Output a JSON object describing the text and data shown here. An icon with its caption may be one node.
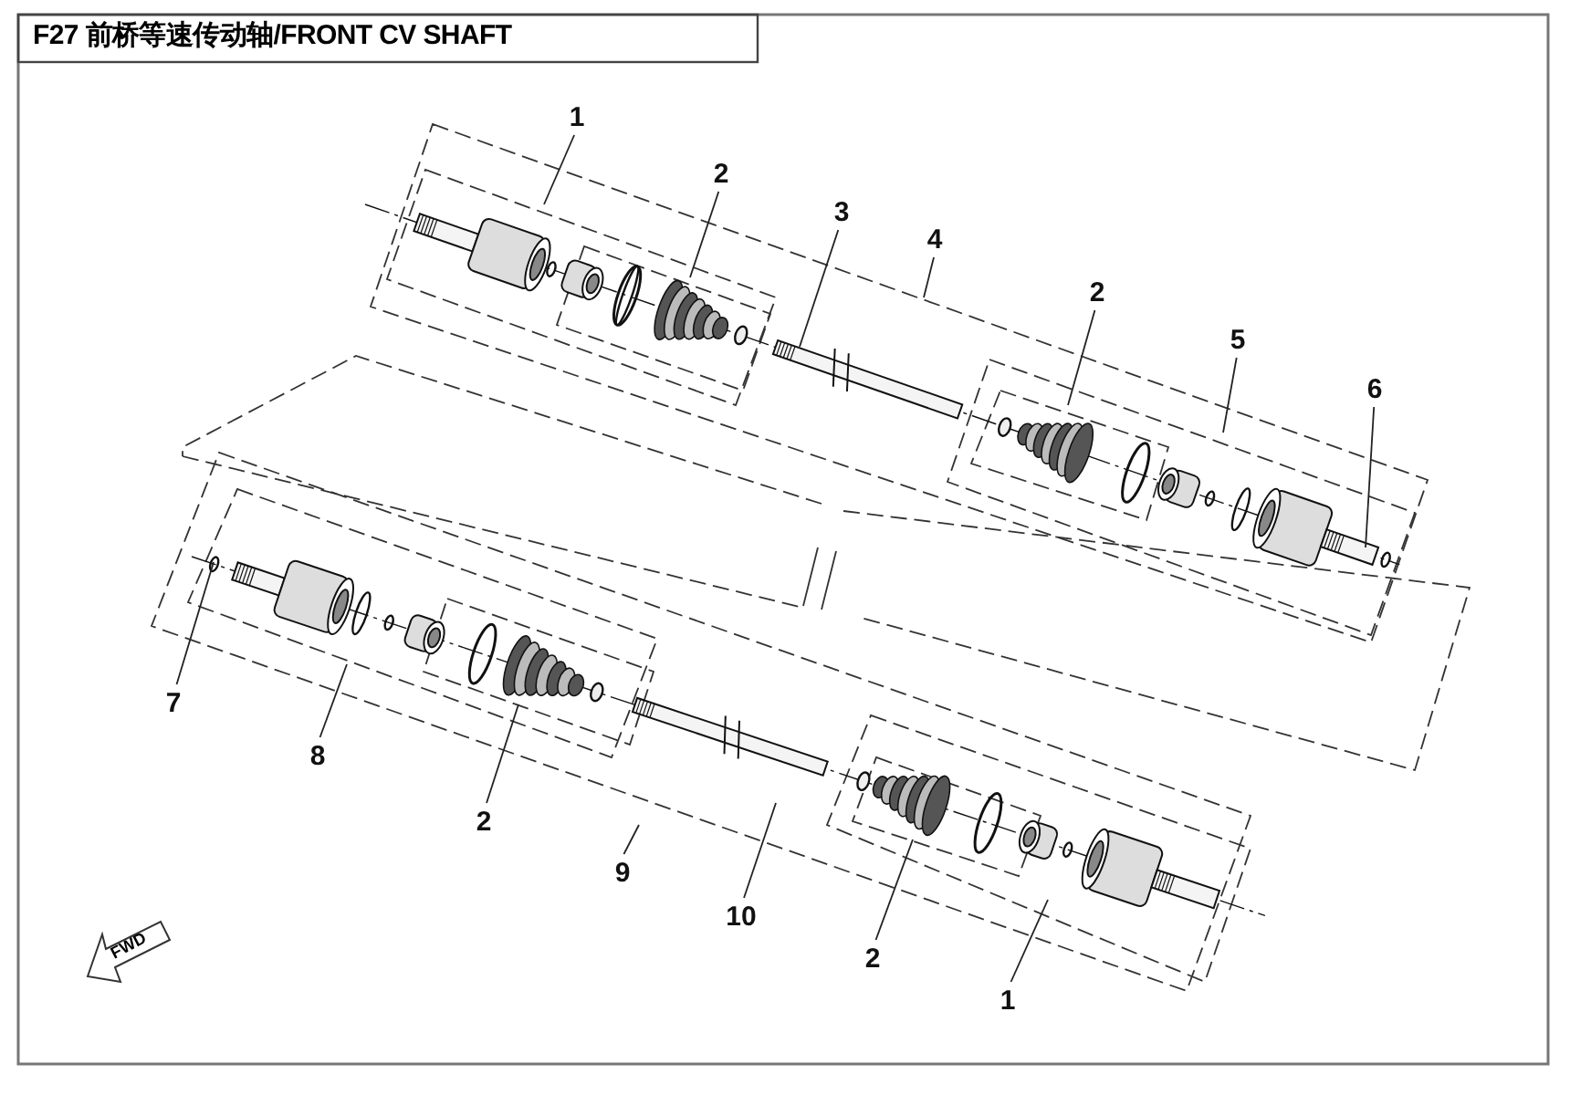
{
  "diagram": {
    "title": "F27 前桥等速传动轴/FRONT CV SHAFT",
    "nodes": [
      {
        "text": [
          "1"
        ]
      },
      {
        "text": [
          "2"
        ]
      },
      {
        "text": [
          "3"
        ]
      },
      {
        "text": [
          "4"
        ]
      },
      {
        "text": [
          "2"
        ]
      },
      {
        "text": [
          "5"
        ]
      },
      {
        "text": [
          "6"
        ]
      },
      {
        "text": [
          "7"
        ]
      },
      {
        "text": [
          "8"
        ]
      },
      {
        "text": [
          "2"
        ]
      },
      {
        "text": [
          "9"
        ]
      },
      {
        "text": [
          "10"
        ]
      },
      {
        "text": [
          "2"
        ]
      },
      {
        "text": [
          "1"
        ]
      }
    ],
    "edges": [
      {
        "from": 0,
        "to": null,
        "arrow": "none"
      },
      {
        "from": 1,
        "to": null,
        "arrow": "none"
      },
      {
        "from": 2,
        "to": null,
        "arrow": "none"
      },
      {
        "from": 3,
        "to": null,
        "arrow": "none"
      },
      {
        "from": 4,
        "to": null,
        "arrow": "none"
      },
      {
        "from": 5,
        "to": null,
        "arrow": "none"
      },
      {
        "from": 6,
        "to": null,
        "arrow": "none"
      },
      {
        "from": 7,
        "to": null,
        "arrow": "none"
      },
      {
        "from": 8,
        "to": null,
        "arrow": "none"
      },
      {
        "from": 9,
        "to": null,
        "arrow": "none"
      },
      {
        "from": 10,
        "to": null,
        "arrow": "none"
      },
      {
        "from": 11,
        "to": null,
        "arrow": "none"
      },
      {
        "from": 12,
        "to": null,
        "arrow": "none"
      },
      {
        "from": 13,
        "to": null,
        "arrow": "none"
      }
    ],
    "labels": [
      "FWD"
    ]
  }
}
